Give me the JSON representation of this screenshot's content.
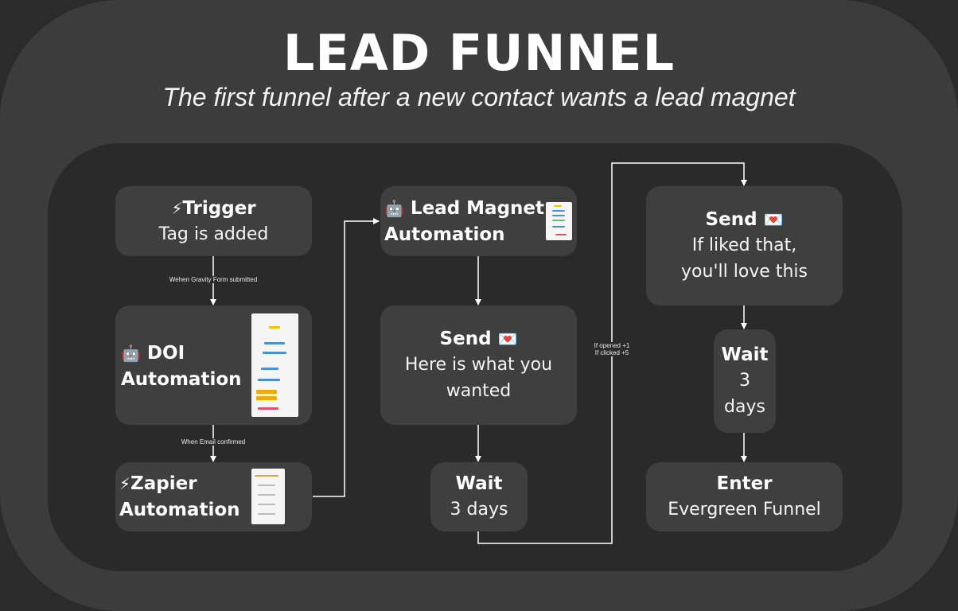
{
  "title": "LEAD FUNNEL",
  "subtitle": "The first funnel after a new contact wants a lead magnet",
  "nodes": {
    "trigger": {
      "icon": "⚡",
      "heading": "Trigger",
      "body": "Tag is added"
    },
    "doi": {
      "icon": "🤖",
      "line1": "DOI",
      "line2": "Automation"
    },
    "zapier": {
      "icon": "⚡",
      "line1": "Zapier",
      "line2": "Automation"
    },
    "lead_magnet": {
      "icon": "🤖",
      "line1": "Lead Magnet",
      "line2": "Automation"
    },
    "send1": {
      "heading": "Send",
      "icon": "💌",
      "line1": "Here is what you",
      "line2": "wanted"
    },
    "wait1": {
      "heading": "Wait",
      "body": "3 days"
    },
    "send2": {
      "heading": "Send",
      "icon": "💌",
      "line1": "If liked that,",
      "line2": "you'll love this"
    },
    "wait2": {
      "heading": "Wait",
      "line1": "3",
      "line2": "days"
    },
    "enter": {
      "heading": "Enter",
      "body": "Evergreen Funnel"
    }
  },
  "edge_labels": {
    "trigger_doi": "Wehen Gravity Form submitted",
    "doi_zapier": "When Email confirmed",
    "scoring_1": "If opened +1",
    "scoring_2": "If clicked +5"
  },
  "colors": {
    "background": "#2b2b2b",
    "outer": "#3c3c3c",
    "inner": "#2a2a2a",
    "node": "#3f3f3f",
    "text": "#ffffff"
  }
}
